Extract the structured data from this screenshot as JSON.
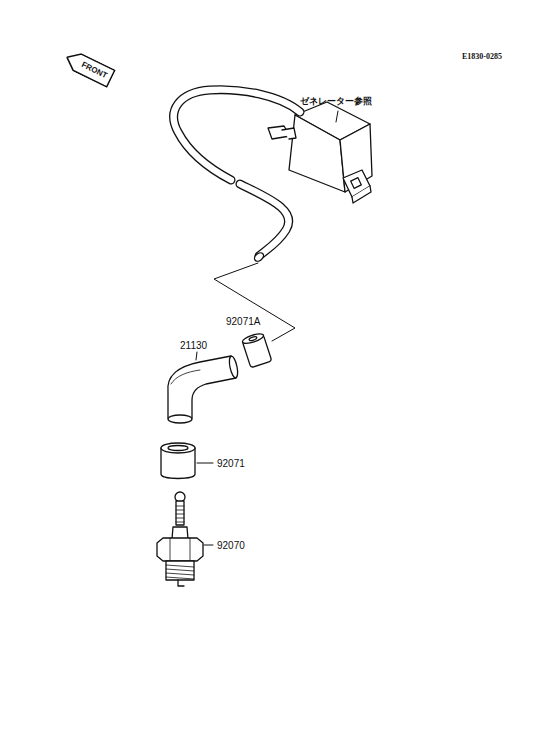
{
  "diagram": {
    "nodes": [
      {
        "text": [
          "FRONT"
        ]
      }
    ],
    "labels": [
      "E1830-0285",
      "ゼネレーター参照",
      "92071A",
      "21130",
      "92071",
      "92070"
    ]
  }
}
